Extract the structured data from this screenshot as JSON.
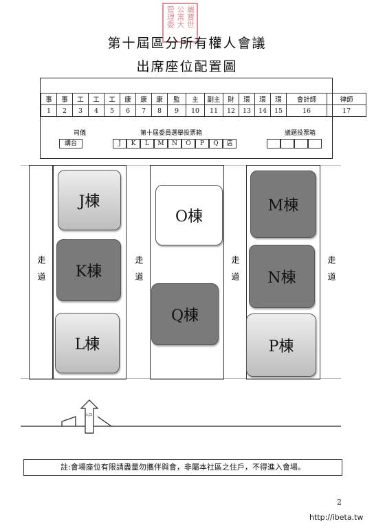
{
  "stamp": {
    "lines": [
      "麗寶世",
      "公寓大",
      "管理委"
    ]
  },
  "title": {
    "line1": "第十屆區分所有權人會議",
    "line2": "出席座位配置圖"
  },
  "table": {
    "headers": [
      "事",
      "事",
      "工",
      "工",
      "工",
      "康",
      "康",
      "康",
      "監",
      "主",
      "副主",
      "財",
      "環",
      "環",
      "環",
      "會計師",
      "律師"
    ],
    "numbers": [
      "1",
      "2",
      "3",
      "4",
      "5",
      "6",
      "7",
      "8",
      "9",
      "10",
      "11",
      "12",
      "13",
      "14",
      "15",
      "16",
      "17"
    ]
  },
  "labels": {
    "emcee": "司儀",
    "podium": "講台",
    "ballot_box": "第十屆委員選舉投票箱",
    "issue_box": "議題投票箱",
    "ballot_slots": [
      "J",
      "K",
      "L",
      "M",
      "N",
      "O",
      "P",
      "Q",
      "店"
    ]
  },
  "blocks": {
    "J": "J棟",
    "K": "K棟",
    "L": "L棟",
    "O": "O棟",
    "Q": "Q棟",
    "M": "M棟",
    "N": "N棟",
    "P": "P棟"
  },
  "aisle": "走道",
  "entrance": "入口",
  "note": "註:會場座位有限請盡量勿攜伴與會，非屬本社區之住戶，不得進入會場。",
  "page_number": "2",
  "watermark": "http://ibeta.tw"
}
